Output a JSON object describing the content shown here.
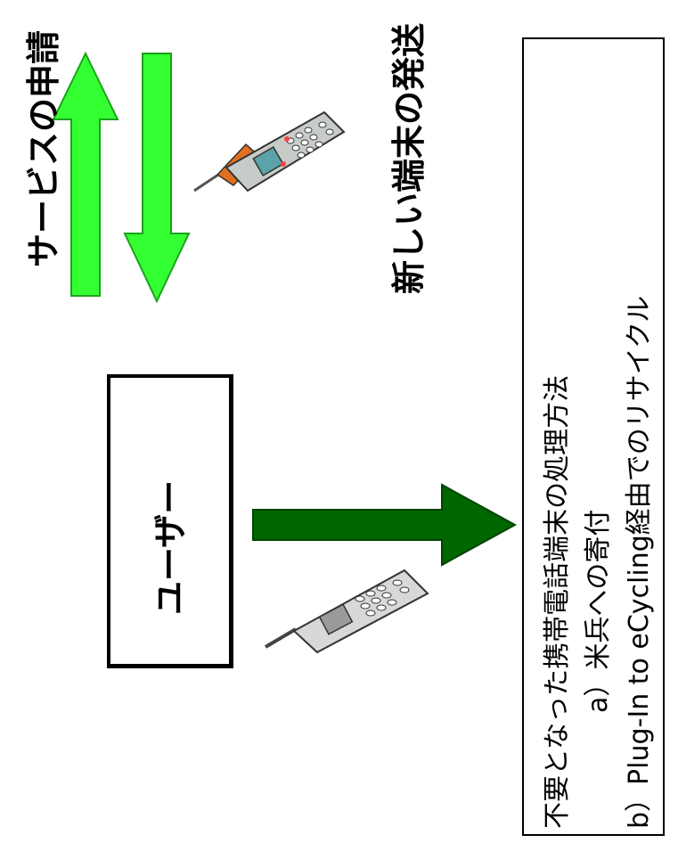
{
  "labels": {
    "service_request": "サービスの申請",
    "new_device_shipping": "新しい端末の発送",
    "user": "ユーザー"
  },
  "disposal": {
    "title": "不要となった携帯電話端末の処理方法",
    "option_a": "a）米兵への寄付",
    "option_b": "b）Plug-In to eCycling経由でのリサイクル"
  },
  "colors": {
    "light_arrow": "#33ff33",
    "dark_arrow": "#006600",
    "phone_body": "#c8ccc8",
    "phone_screen": "#5aa3a8"
  },
  "icons": [
    "up-arrow-icon",
    "down-arrow-icon",
    "right-arrow-icon",
    "new-phone-icon",
    "old-phone-icon"
  ]
}
